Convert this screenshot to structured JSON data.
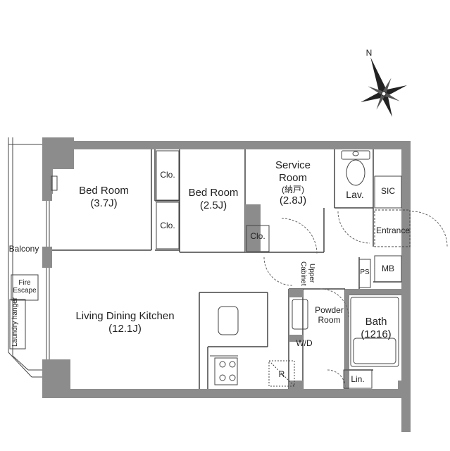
{
  "rooms": {
    "bedroom_a": {
      "name": "Bed Room",
      "size": "(3.7J)"
    },
    "bedroom_b": {
      "name": "Bed Room",
      "size": "(2.5J)"
    },
    "service": {
      "line1": "Service",
      "line2": "Room",
      "jp": "(納戸)",
      "size": "(2.8J)"
    },
    "ldk": {
      "name": "Living Dining Kitchen",
      "size": "(12.1J)"
    },
    "bath": {
      "name": "Bath",
      "size": "(1216)"
    },
    "powder": {
      "line1": "Powder",
      "line2": "Room"
    }
  },
  "labels": {
    "clo": "Clo.",
    "lav": "Lav.",
    "sic": "SIC",
    "entrance": "Entrance",
    "ps": "PS",
    "mb": "MB",
    "upper_cabinet_1": "Upper",
    "upper_cabinet_2": "Cabinet",
    "wd": "W/D",
    "r": "R",
    "lin": "Lin.",
    "balcony": "Balcony",
    "fire_escape_1": "Fire",
    "fire_escape_2": "Escape",
    "laundry_1": "Laundry",
    "laundry_2": "hanger"
  },
  "compass": {
    "north": "N"
  },
  "colors": {
    "wall": "#8c8c8c",
    "line": "#444444"
  }
}
